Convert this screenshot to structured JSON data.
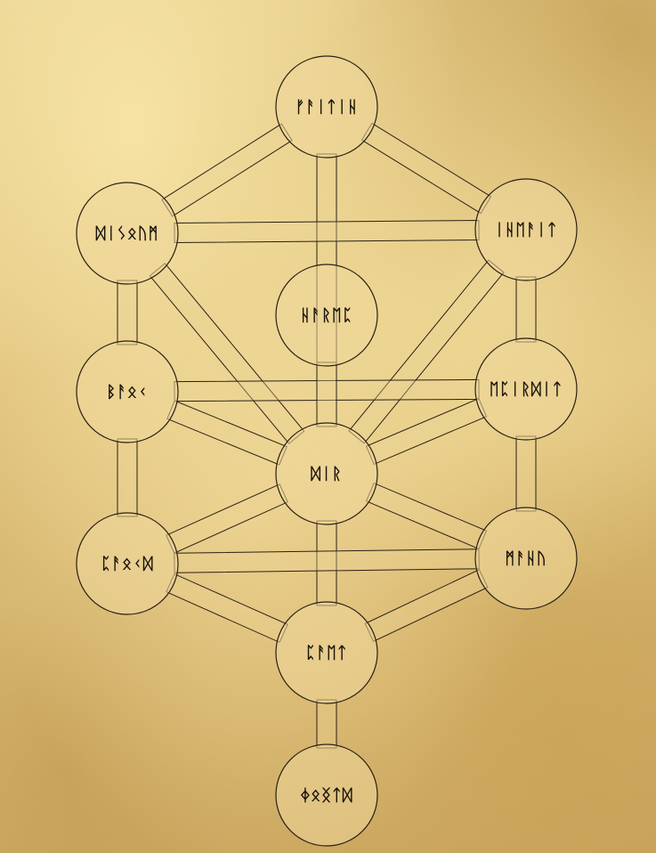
{
  "diagram": {
    "nodes": [
      {
        "id": "n1",
        "label": "ᚠᚨᛁᛏᛁᚺ"
      },
      {
        "id": "n2",
        "label": "ᛞᛁᛊᛟᚢᛗ"
      },
      {
        "id": "n3",
        "label": "ᛁᚺᛖᚨᛁᛏ"
      },
      {
        "id": "n4",
        "label": "ᚺᚨᚱᛖᛈ"
      },
      {
        "id": "n5",
        "label": "ᛒᚨᛟᚲ"
      },
      {
        "id": "n6",
        "label": "ᛖᛈᛁᚱᛞᛁᛏ"
      },
      {
        "id": "n7",
        "label": "ᛞᛁᚱ"
      },
      {
        "id": "n8",
        "label": "ᛈᚨᛟᚲᛞ"
      },
      {
        "id": "n9",
        "label": "ᛗᚨᚺᚢ"
      },
      {
        "id": "n10",
        "label": "ᛈᚨᛖᛏ"
      },
      {
        "id": "n11",
        "label": "ᛄᛟᛝᛏᛞ"
      }
    ],
    "paths": [
      [
        "n1",
        "n2"
      ],
      [
        "n1",
        "n3"
      ],
      [
        "n1",
        "n7"
      ],
      [
        "n2",
        "n3"
      ],
      [
        "n2",
        "n5"
      ],
      [
        "n2",
        "n7"
      ],
      [
        "n3",
        "n6"
      ],
      [
        "n3",
        "n7"
      ],
      [
        "n5",
        "n6"
      ],
      [
        "n5",
        "n7"
      ],
      [
        "n5",
        "n8"
      ],
      [
        "n6",
        "n7"
      ],
      [
        "n6",
        "n9"
      ],
      [
        "n7",
        "n8"
      ],
      [
        "n7",
        "n9"
      ],
      [
        "n7",
        "n10"
      ],
      [
        "n8",
        "n9"
      ],
      [
        "n8",
        "n10"
      ],
      [
        "n9",
        "n10"
      ],
      [
        "n10",
        "n11"
      ],
      [
        "n4",
        "n7"
      ]
    ]
  }
}
